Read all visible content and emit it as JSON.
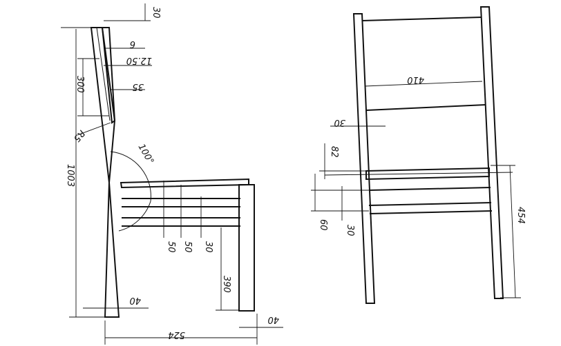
{
  "drawing": {
    "side_view": {
      "dimensions": {
        "top_offset": "30",
        "slat_thickness_a": "6",
        "slat_thickness_b": "12.50",
        "back_thickness": "35",
        "backrest_height": "300",
        "back_radius": "R5",
        "total_height": "1003",
        "recline_angle": "100°",
        "back_leg_bottom": "40",
        "seat_depth": "524",
        "front_leg": "40",
        "front_leg_height": "390",
        "rail_gap_a": "50",
        "rail_gap_b": "50",
        "rail_gap_c": "30"
      }
    },
    "front_view": {
      "dimensions": {
        "inner_width": "410",
        "post_width": "30",
        "slat_spacing": "82",
        "rail_spacing": "60",
        "rail_height": "30",
        "seat_height": "454"
      }
    }
  }
}
